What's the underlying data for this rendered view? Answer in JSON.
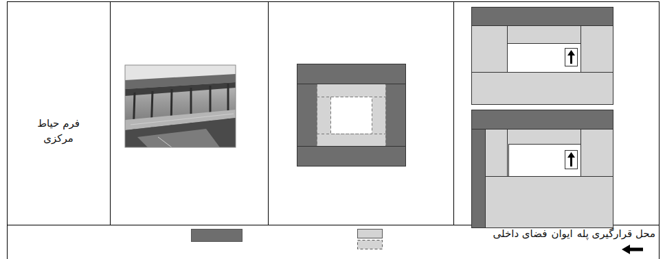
{
  "diagram": {
    "labels": [
      "فرم حیاط مرکزی"
    ],
    "legend": [
      {
        "text": "محل قرارگیری پله"
      },
      {
        "text": "ایوان",
        "color": "#d4d4d4"
      },
      {
        "text": "فضای داخلی",
        "color": "#6e6e6e"
      }
    ]
  }
}
